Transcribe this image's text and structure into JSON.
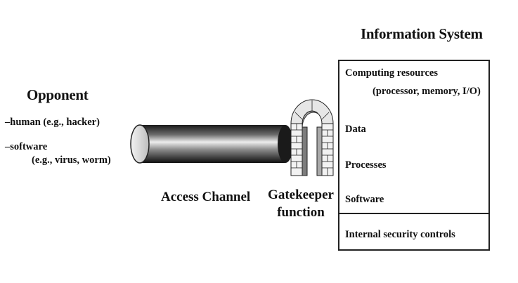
{
  "system": {
    "title": "Information System",
    "resources": [
      "Computing resources",
      "(processor, memory, I/O)",
      "Data",
      "Processes",
      "Software"
    ],
    "controls": "Internal security controls"
  },
  "opponent": {
    "title": "Opponent",
    "human": "–human (e.g., hacker)",
    "software": "–software",
    "software_examples": "(e.g., virus, worm)"
  },
  "channel": {
    "label": "Access Channel"
  },
  "gatekeeper": {
    "line1": "Gatekeeper",
    "line2": "function"
  }
}
